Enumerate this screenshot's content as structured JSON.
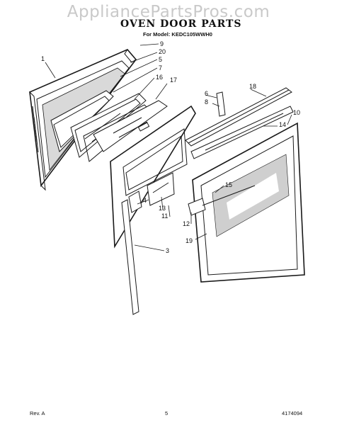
{
  "watermark": "AppliancePartsPros.com",
  "title": "OVEN DOOR PARTS",
  "subtitle": "For Model: KEDC105WWH0",
  "callouts": {
    "c1": "1",
    "c9": "9",
    "c20": "20",
    "c5": "5",
    "c7": "7",
    "c16": "16",
    "c17": "17",
    "c6": "6",
    "c8": "8",
    "c18": "18",
    "c10": "10",
    "c14": "14",
    "c15": "15",
    "c4": "4",
    "c13": "13",
    "c11": "11",
    "c12": "12",
    "c19": "19",
    "c3": "3"
  },
  "footer": {
    "rev": "Rev. A",
    "page": "5",
    "doc": "4174094"
  }
}
